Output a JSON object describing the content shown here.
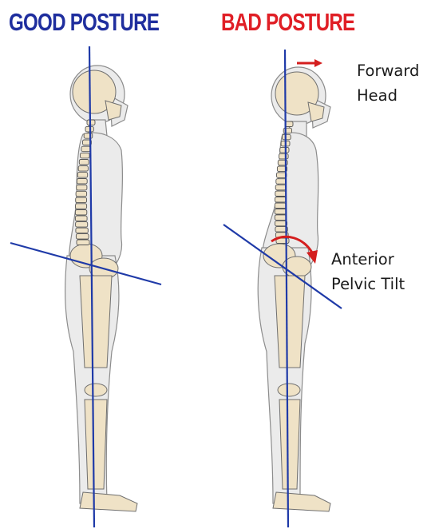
{
  "panels": [
    {
      "heading": "GOOD POSTURE",
      "color": "#1f2e9e"
    },
    {
      "heading": "BAD POSTURE",
      "color": "#e01f26"
    }
  ],
  "annotations": [
    {
      "line1": "Forward",
      "line2": "Head"
    },
    {
      "line1": "Anterior",
      "line2": "Pelvic Tilt"
    }
  ],
  "colors": {
    "line": "#1f3aa8",
    "arrow": "#d41e1e",
    "body": "#ebebeb",
    "bone": "#efe2c6",
    "outline": "#8c8c8c"
  }
}
